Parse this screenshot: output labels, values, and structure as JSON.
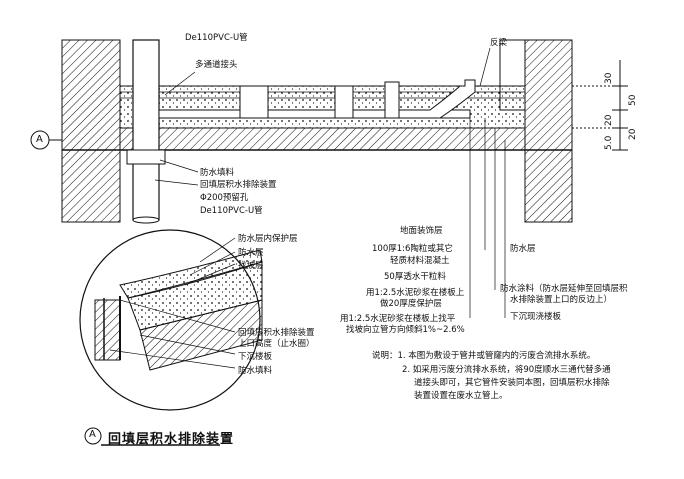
{
  "top_labels": {
    "pipe_top": "De110PVC-U管",
    "multi_joint": "多通道接头",
    "reverse_beam": "反梁"
  },
  "dims": [
    "30",
    "50",
    "20",
    "5.0",
    "20"
  ],
  "section_marker": "A",
  "left_callouts": [
    "防水填料",
    "回填层积水排除装置",
    "Φ200预留孔",
    "De110PVC-U管"
  ],
  "mid_callouts": [
    "地面装饰层",
    "100厚1:6陶粒或其它",
    "轻质材料混凝土",
    "50厚透水干粒料",
    "用1:2.5水泥砂浆在楼板上",
    "做20厚度保护层",
    "用1:2.5水泥砂浆在楼板上找平",
    "找坡向立管方向倾斜1%~2.6%"
  ],
  "right_callouts": [
    "防水层",
    "防水涂料（防水层延伸至回填层积",
    "水排除装置上口的反边上）",
    "下沉现浇楼板"
  ],
  "detail_callouts": [
    "防水层内保护层",
    "防水层",
    "找坡层",
    "回填层积水排除装置",
    "上口高度（止水圈）",
    "下沉楼板",
    "防水填料"
  ],
  "notes": [
    "说明：1. 本图为敷设于管井或管窿内的污废合流排水系统。",
    "2. 如采用污废分流排水系统，将90度顺水三通代替多通",
    "道接头即可，其它管件安装同本图，回填层积水排除",
    "装置设置在废水立管上。"
  ],
  "caption": {
    "marker": "A",
    "title": "回填层积水排除装置"
  }
}
